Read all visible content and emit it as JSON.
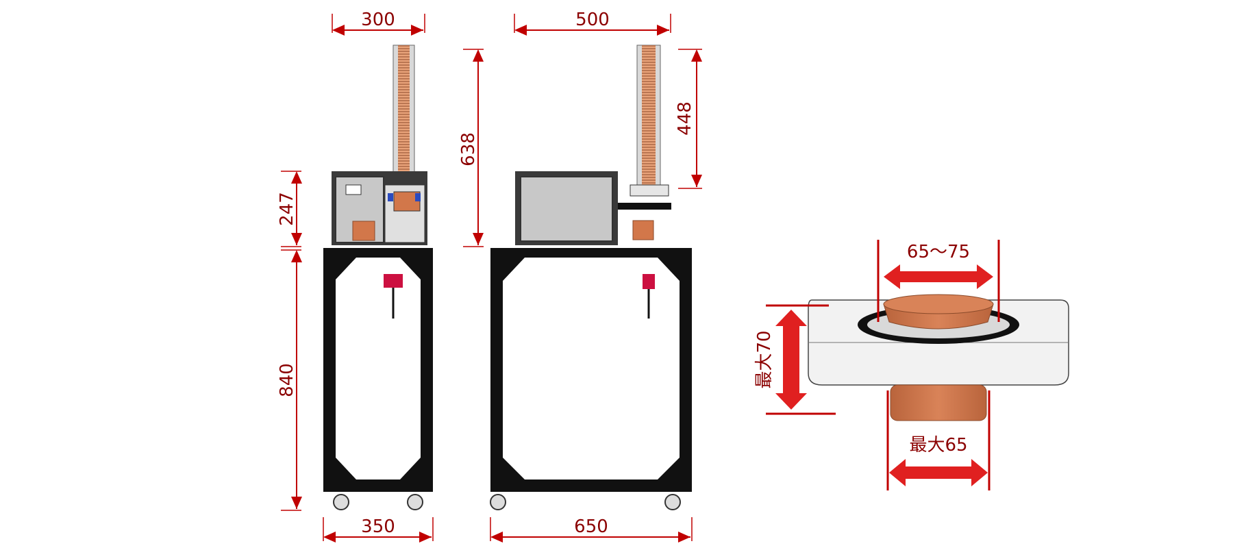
{
  "colors": {
    "dimension": "#8b0000",
    "dimension_line": "#c00000",
    "frame": "#111111",
    "panel": "#c8c8c8",
    "pot": "#d2774a",
    "arrow": "#e02020"
  },
  "front_view": {
    "width_top": "300",
    "width_bottom": "350",
    "height_machine": "247",
    "height_stand": "840"
  },
  "side_view": {
    "width_top": "500",
    "width_bottom": "650",
    "height_total": "638",
    "height_column": "448"
  },
  "detail_view": {
    "pot_top_range": "65～75",
    "pot_height_max": "最大70",
    "pot_bottom_max": "最大65"
  }
}
